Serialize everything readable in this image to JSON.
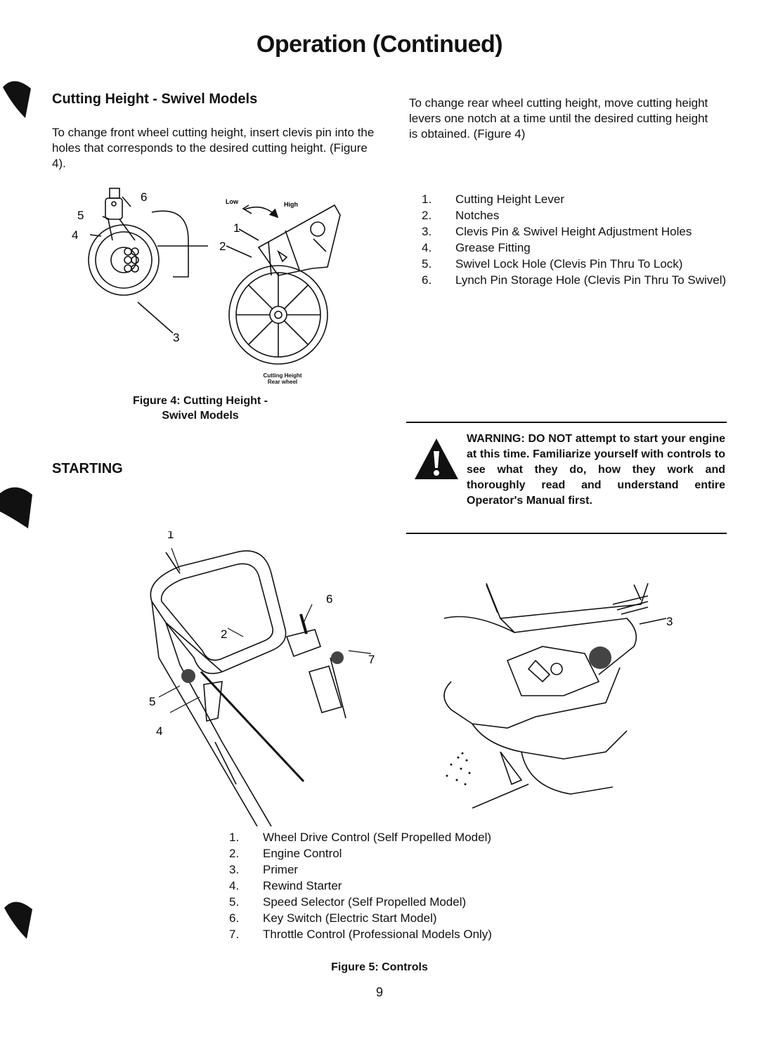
{
  "page": {
    "title": "Operation (Continued)",
    "page_number": "9"
  },
  "cutting_height": {
    "heading": "Cutting Height - Swivel Models",
    "front_text": "To change front wheel cutting height, insert clevis pin into the holes that corresponds to the desired cutting height. (Figure 4).",
    "rear_text": "To change rear wheel cutting height, move cutting height levers one notch at a time until the desired cutting height is obtained. (Figure 4)",
    "items": [
      {
        "num": "1.",
        "text": "Cutting Height Lever"
      },
      {
        "num": "2.",
        "text": "Notches"
      },
      {
        "num": "3.",
        "text": "Clevis Pin & Swivel Height Adjustment Holes"
      },
      {
        "num": "4.",
        "text": "Grease Fitting"
      },
      {
        "num": "5.",
        "text": "Swivel Lock Hole (Clevis Pin Thru To Lock)"
      },
      {
        "num": "6.",
        "text": "Lynch Pin Storage Hole (Clevis Pin Thru To Swivel)"
      }
    ],
    "figure": {
      "low_label": "Low",
      "high_label": "High",
      "inset_label": "Cutting Height Rear wheel",
      "callouts": [
        "1",
        "2",
        "3",
        "4",
        "5",
        "6"
      ],
      "caption_line1": "Figure 4: Cutting Height -",
      "caption_line2": "Swivel Models"
    }
  },
  "starting": {
    "heading": "STARTING",
    "warning": "WARNING: DO NOT attempt to start your engine at this time. Familiarize yourself with controls to see what they do, how they work and thoroughly read and understand entire Operator's Manual first.",
    "items": [
      {
        "num": "1.",
        "text": "Wheel Drive Control (Self Propelled Model)"
      },
      {
        "num": "2.",
        "text": "Engine Control"
      },
      {
        "num": "3.",
        "text": "Primer"
      },
      {
        "num": "4.",
        "text": "Rewind Starter"
      },
      {
        "num": "5.",
        "text": "Speed Selector (Self Propelled Model)"
      },
      {
        "num": "6.",
        "text": "Key Switch (Electric Start Model)"
      },
      {
        "num": "7.",
        "text": "Throttle Control (Professional Models Only)"
      }
    ],
    "figure": {
      "callouts": [
        "1",
        "2",
        "3",
        "4",
        "5",
        "6",
        "7"
      ],
      "caption": "Figure 5: Controls"
    }
  },
  "colors": {
    "ink": "#111111",
    "warning_triangle": "#111111"
  }
}
